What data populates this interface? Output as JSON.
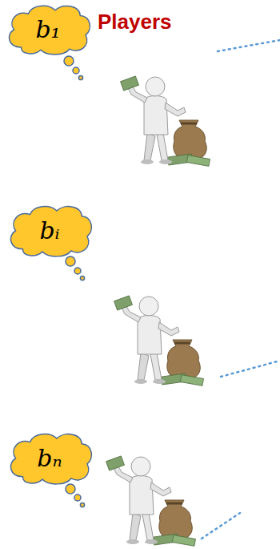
{
  "diagram": {
    "nodes": [
      {
        "text": [
          "b₁"
        ]
      },
      {
        "text": [
          "bᵢ"
        ]
      },
      {
        "text": [
          "bₙ"
        ]
      }
    ],
    "labels": [
      "Players"
    ]
  }
}
